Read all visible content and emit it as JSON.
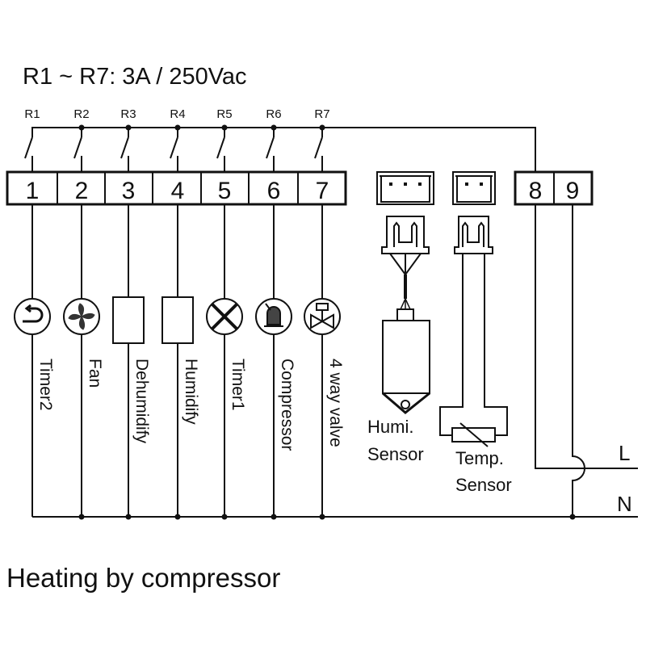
{
  "title": "R1 ~ R7: 3A / 250Vac",
  "footer": "Heating by compressor",
  "relays": [
    {
      "label": "R1",
      "terminal": "1",
      "load": "Timer2",
      "icon": "timer-icon"
    },
    {
      "label": "R2",
      "terminal": "2",
      "load": "Fan",
      "icon": "fan-icon"
    },
    {
      "label": "R3",
      "terminal": "3",
      "load": "Dehumidify",
      "icon": "resistor-box-icon"
    },
    {
      "label": "R4",
      "terminal": "4",
      "load": "Humidify",
      "icon": "resistor-box-icon"
    },
    {
      "label": "R5",
      "terminal": "5",
      "load": "Timer1",
      "icon": "lamp-icon"
    },
    {
      "label": "R6",
      "terminal": "6",
      "load": "Compressor",
      "icon": "compressor-icon"
    },
    {
      "label": "R7",
      "terminal": "7",
      "load": "4 way valve",
      "icon": "valve-icon"
    }
  ],
  "power_terminals": [
    "8",
    "9"
  ],
  "sensors": {
    "humidity": {
      "line1": "Humi.",
      "line2": "Sensor"
    },
    "temperature": {
      "line1": "Temp.",
      "line2": "Sensor"
    }
  },
  "supply": {
    "live": "L",
    "neutral": "N"
  }
}
